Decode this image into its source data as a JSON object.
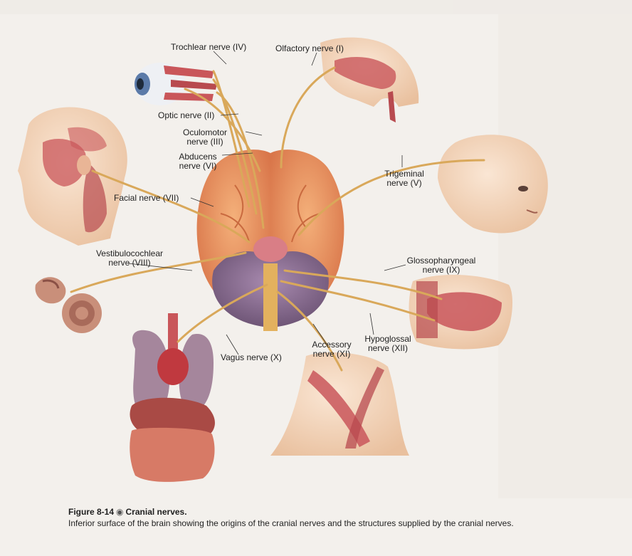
{
  "figure": {
    "labels": {
      "trochlear": "Trochlear nerve (IV)",
      "olfactory": "Olfactory nerve (I)",
      "optic": "Optic nerve (II)",
      "oculomotor": "Oculomotor\nnerve (III)",
      "abducens": "Abducens\nnerve (VI)",
      "trigeminal": "Trigeminal\nnerve (V)",
      "facial": "Facial nerve (VII)",
      "vestibulocochlear": "Vestibulocochlear\nnerve (VIII)",
      "glossopharyngeal": "Glossopharyngeal\nnerve (IX)",
      "vagus": "Vagus nerve (X)",
      "accessory": "Accessory\nnerve (XI)",
      "hypoglossal": "Hypoglossal\nnerve (XII)"
    }
  },
  "caption": {
    "figure_number": "Figure 8-14",
    "bullet": "◉",
    "title": "Cranial nerves.",
    "text": "Inferior surface of the brain showing the origins of the cranial nerves and the structures supplied by the cranial nerves."
  },
  "colors": {
    "nerve": "#d9a85a",
    "brain": "#e8965e",
    "cerebellum": "#8a6f8f",
    "muscle": "#c9565a",
    "skin": "#f1d2b5"
  }
}
